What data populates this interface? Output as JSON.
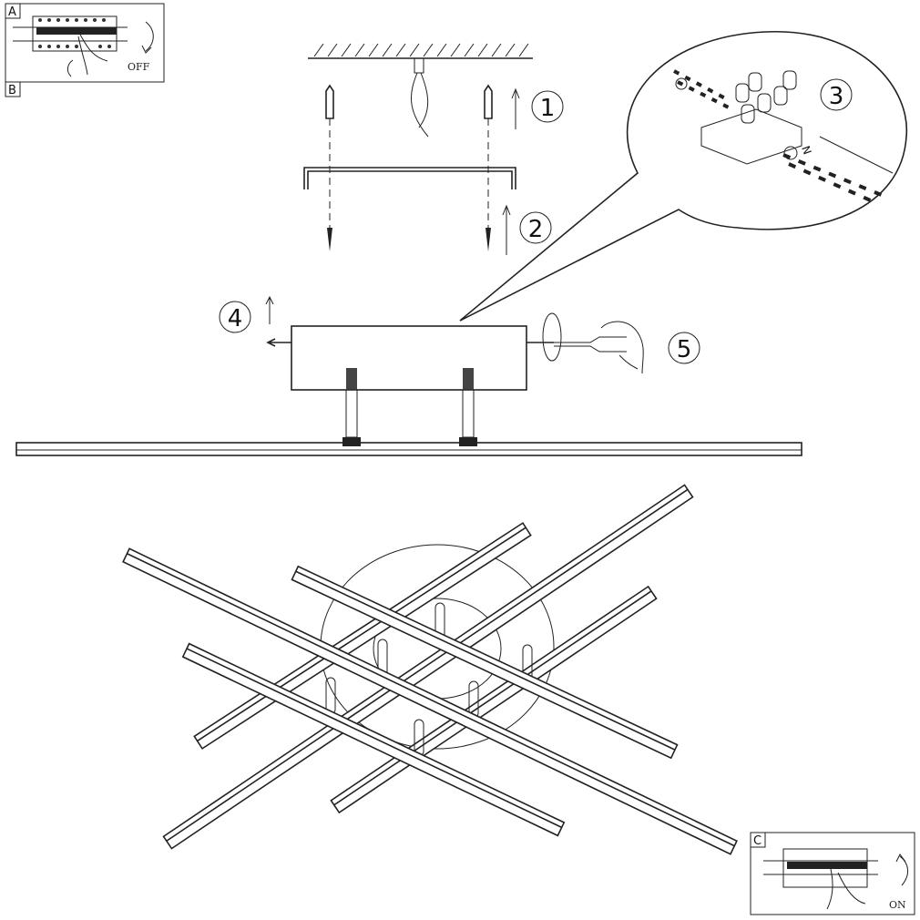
{
  "panels": {
    "a_label": "A",
    "b_label": "B",
    "c_label": "C",
    "off_text": "OFF",
    "on_text": "ON"
  },
  "steps": [
    "1",
    "2",
    "3",
    "4",
    "5"
  ],
  "connector": {
    "neutral_mark": "N"
  }
}
